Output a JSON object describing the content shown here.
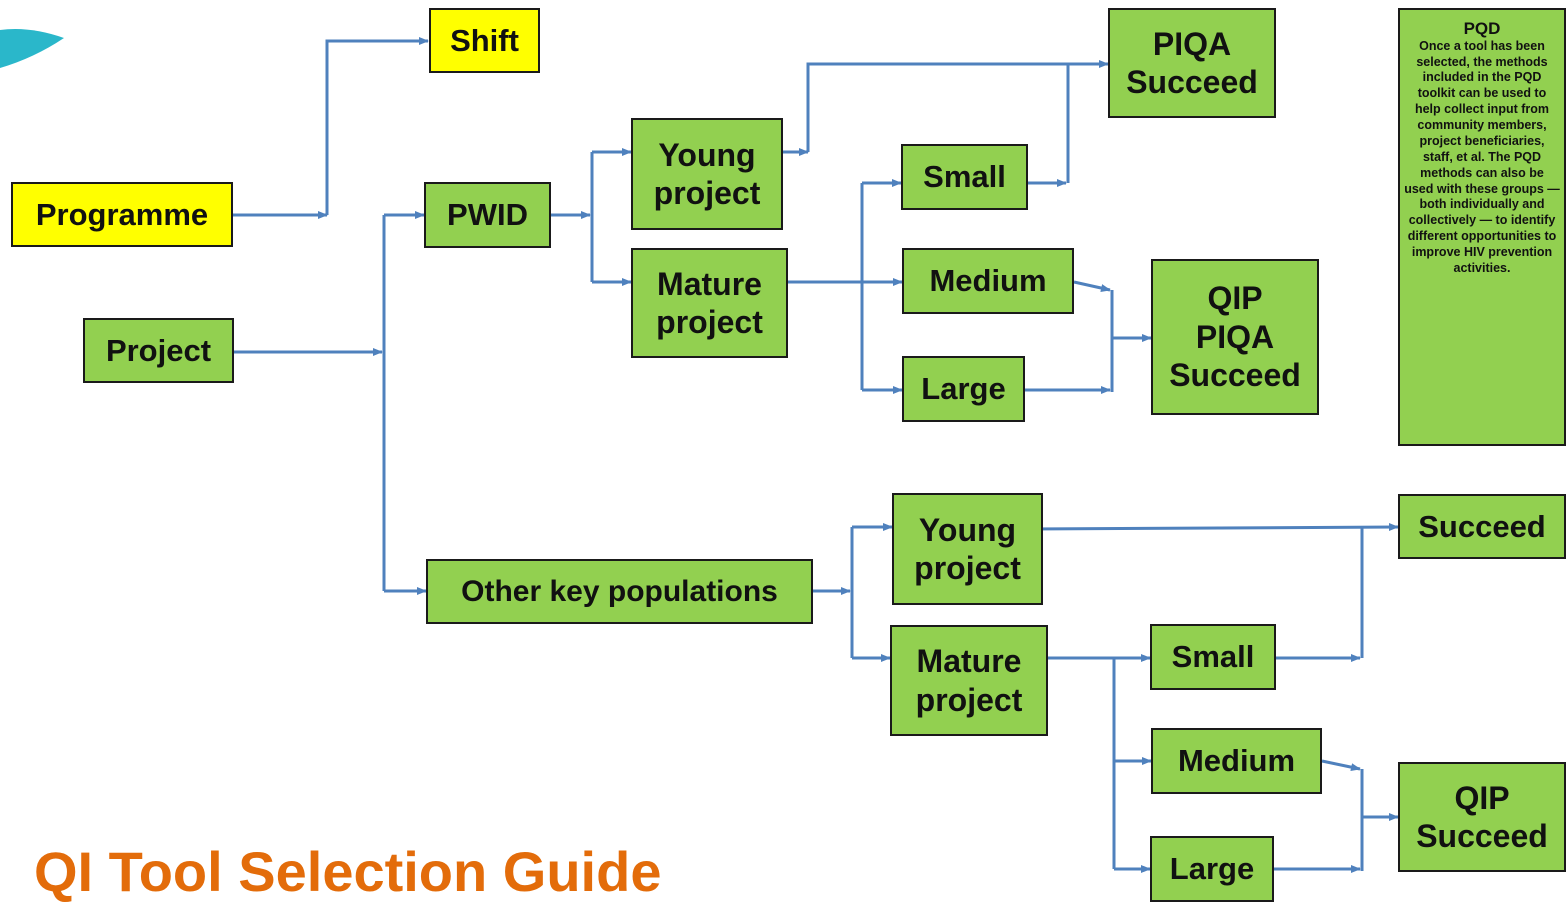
{
  "title": "QI Tool Selection Guide",
  "nodes": {
    "shift": "Shift",
    "programme": "Programme",
    "project": "Project",
    "pwid": "PWID",
    "pwid_young": "Young\nproject",
    "pwid_mature": "Mature\nproject",
    "piqa_succeed": "PIQA\nSucceed",
    "pwid_small": "Small",
    "pwid_medium": "Medium",
    "pwid_large": "Large",
    "qip_piqa_succeed": "QIP\nPIQA\nSucceed",
    "other_key_populations": "Other key populations",
    "other_young": "Young\nproject",
    "other_mature": "Mature\nproject",
    "succeed": "Succeed",
    "other_small": "Small",
    "other_medium": "Medium",
    "other_large": "Large",
    "qip_succeed": "QIP\nSucceed"
  },
  "pqd_note": {
    "title": "PQD",
    "body": "Once a tool has been selected, the methods included in the PQD toolkit can be used to help collect input from community members, project beneficiaries, staff, et al. The PQD methods can also be used with these groups — both individually and collectively — to identify different opportunities to improve HIV prevention activities."
  },
  "colors": {
    "box_green": "#92d050",
    "box_yellow": "#ffff00",
    "connector": "#4f81bd",
    "title": "#e36c0a",
    "corner_shape": "#2ab7ca"
  }
}
